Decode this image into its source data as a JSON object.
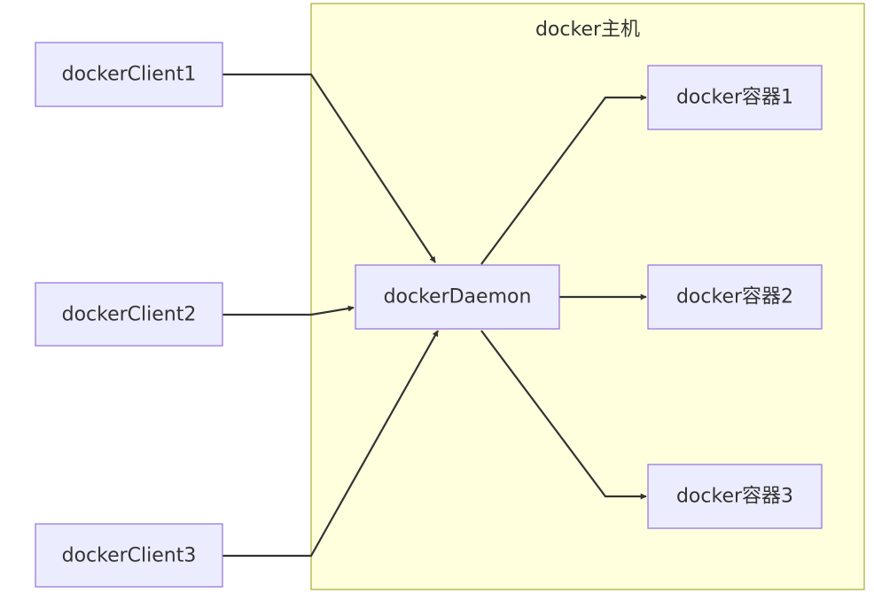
{
  "cluster": {
    "label": "docker主机"
  },
  "nodes": {
    "client1": "dockerClient1",
    "client2": "dockerClient2",
    "client3": "dockerClient3",
    "daemon": "dockerDaemon",
    "container1": "docker容器1",
    "container2": "docker容器2",
    "container3": "docker容器3"
  },
  "edges": [
    {
      "from": "dockerClient1",
      "to": "dockerDaemon"
    },
    {
      "from": "dockerClient2",
      "to": "dockerDaemon"
    },
    {
      "from": "dockerClient3",
      "to": "dockerDaemon"
    },
    {
      "from": "dockerDaemon",
      "to": "docker容器1"
    },
    {
      "from": "dockerDaemon",
      "to": "docker容器2"
    },
    {
      "from": "dockerDaemon",
      "to": "docker容器3"
    }
  ]
}
